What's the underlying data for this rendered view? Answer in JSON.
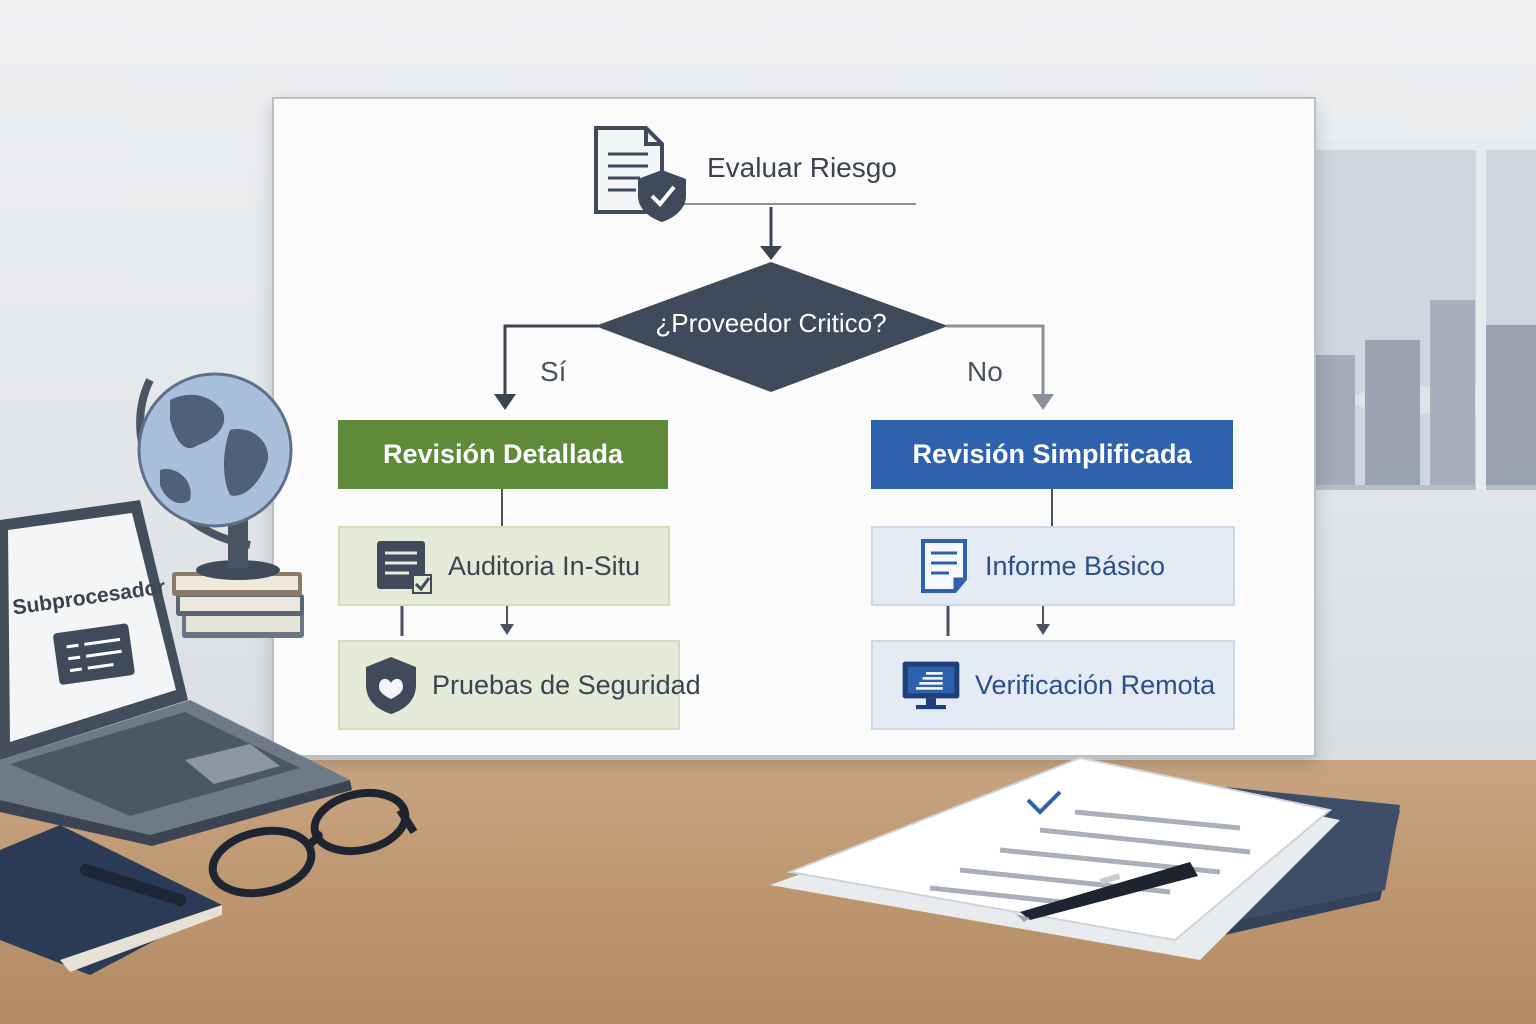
{
  "diagram": {
    "start_node": "Evaluar Riesgo",
    "decision": "¿Proveedor Critico?",
    "branch_yes": "Sí",
    "branch_no": "No",
    "left": {
      "header": "Revisión Detallada",
      "step1": "Auditoria In-Situ",
      "step2": "Pruebas de Seguridad"
    },
    "right": {
      "header": "Revisión Simplificada",
      "step1": "Informe Básico",
      "step2": "Verificación Remota"
    }
  },
  "laptop": {
    "screen_label": "Subprocesador"
  },
  "colors": {
    "green_header": "#5f8a3a",
    "blue_header": "#2f62ad",
    "decision_fill": "#3f4b5b",
    "icon_dark": "#3f4b5b"
  },
  "icons": [
    "document-shield-icon",
    "checklist-icon",
    "shield-icon",
    "report-icon",
    "monitor-icon",
    "globe-icon"
  ]
}
